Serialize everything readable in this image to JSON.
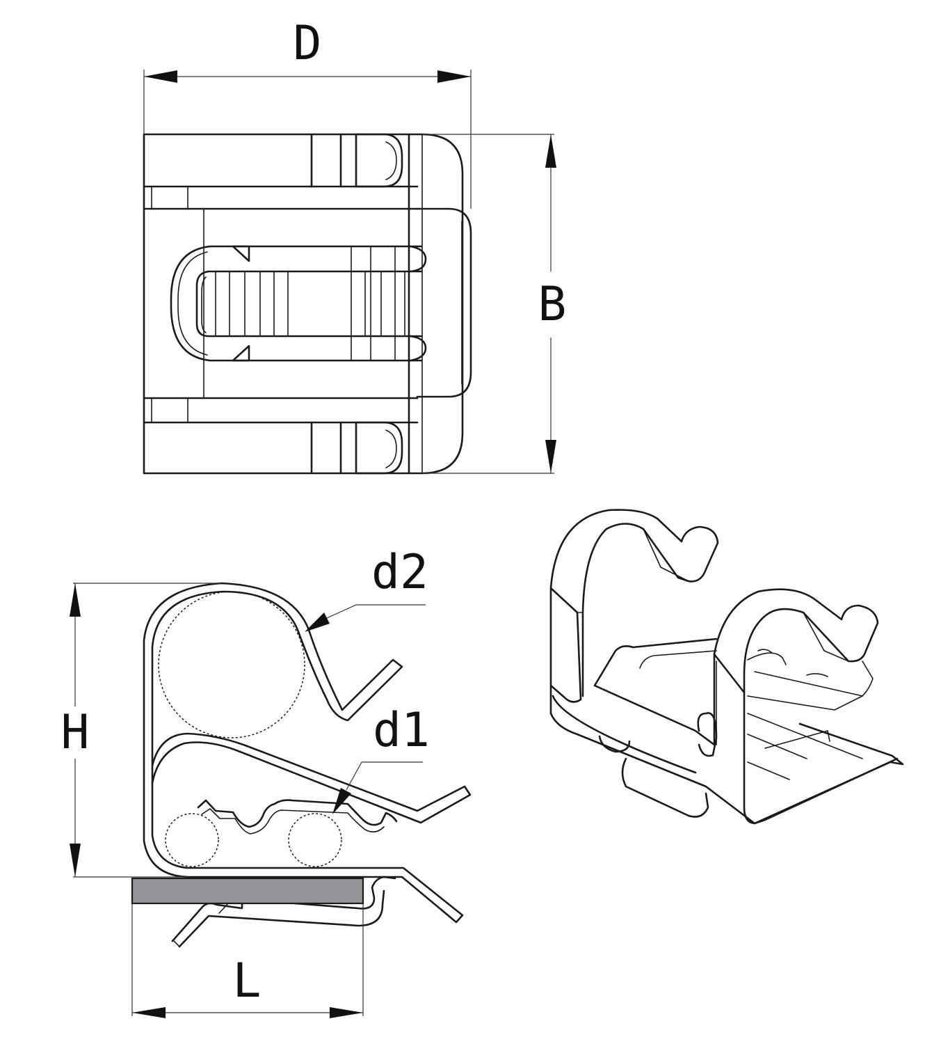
{
  "labels": {
    "D": "D",
    "B": "B",
    "H": "H",
    "L": "L",
    "d1": "d1",
    "d2": "d2"
  },
  "colors": {
    "line": "#1a1a1a",
    "base_plate": "#939598",
    "background": "#ffffff"
  }
}
